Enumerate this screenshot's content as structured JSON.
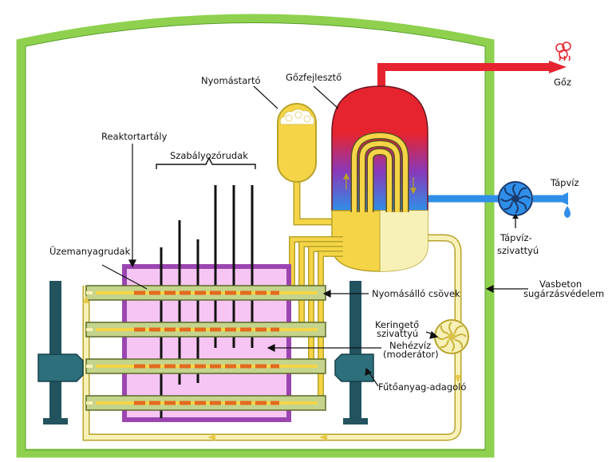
{
  "labels": {
    "steam": "Gőz",
    "steam_generator": "Gőzfejlesztő",
    "pressurizer": "Nyomástartó",
    "reactor_vessel": "Reaktortartály",
    "control_rods": "Szabályozórudak",
    "fuel_rods": "Üzemanyagrudak",
    "feedwater": "Tápvíz",
    "feedwater_pump_line1": "Tápvíz-",
    "feedwater_pump_line2": "szivattyú",
    "pressure_tubes": "Nyomásálló csövek",
    "concrete_line1": "Vasbeton",
    "concrete_line2": "sugárzásvédelem",
    "circ_pump_line1": "Keringető",
    "circ_pump_line2": "szivattyú",
    "heavy_water_line1": "Nehézvíz",
    "heavy_water_line2": "(moderátor)",
    "fuel_loader": "Fűtőanyag-adagoló"
  },
  "colors": {
    "containment": "#8fd14f",
    "steam_red": "#e6242f",
    "feedwater_blue": "#2f8fe8",
    "coolant_yellow": "#f5d547",
    "pipe_outline": "#b8a32a",
    "pale_loop": "#f7f1b8",
    "calandria_outline": "#9b46b0",
    "calandria_fill": "#f6c5f3",
    "tube_green": "#c5d48c",
    "tube_outline": "#5c6a2a",
    "fuel_orange": "#e46a1e",
    "dark_teal": "#22535f",
    "rod_black": "#111111"
  }
}
